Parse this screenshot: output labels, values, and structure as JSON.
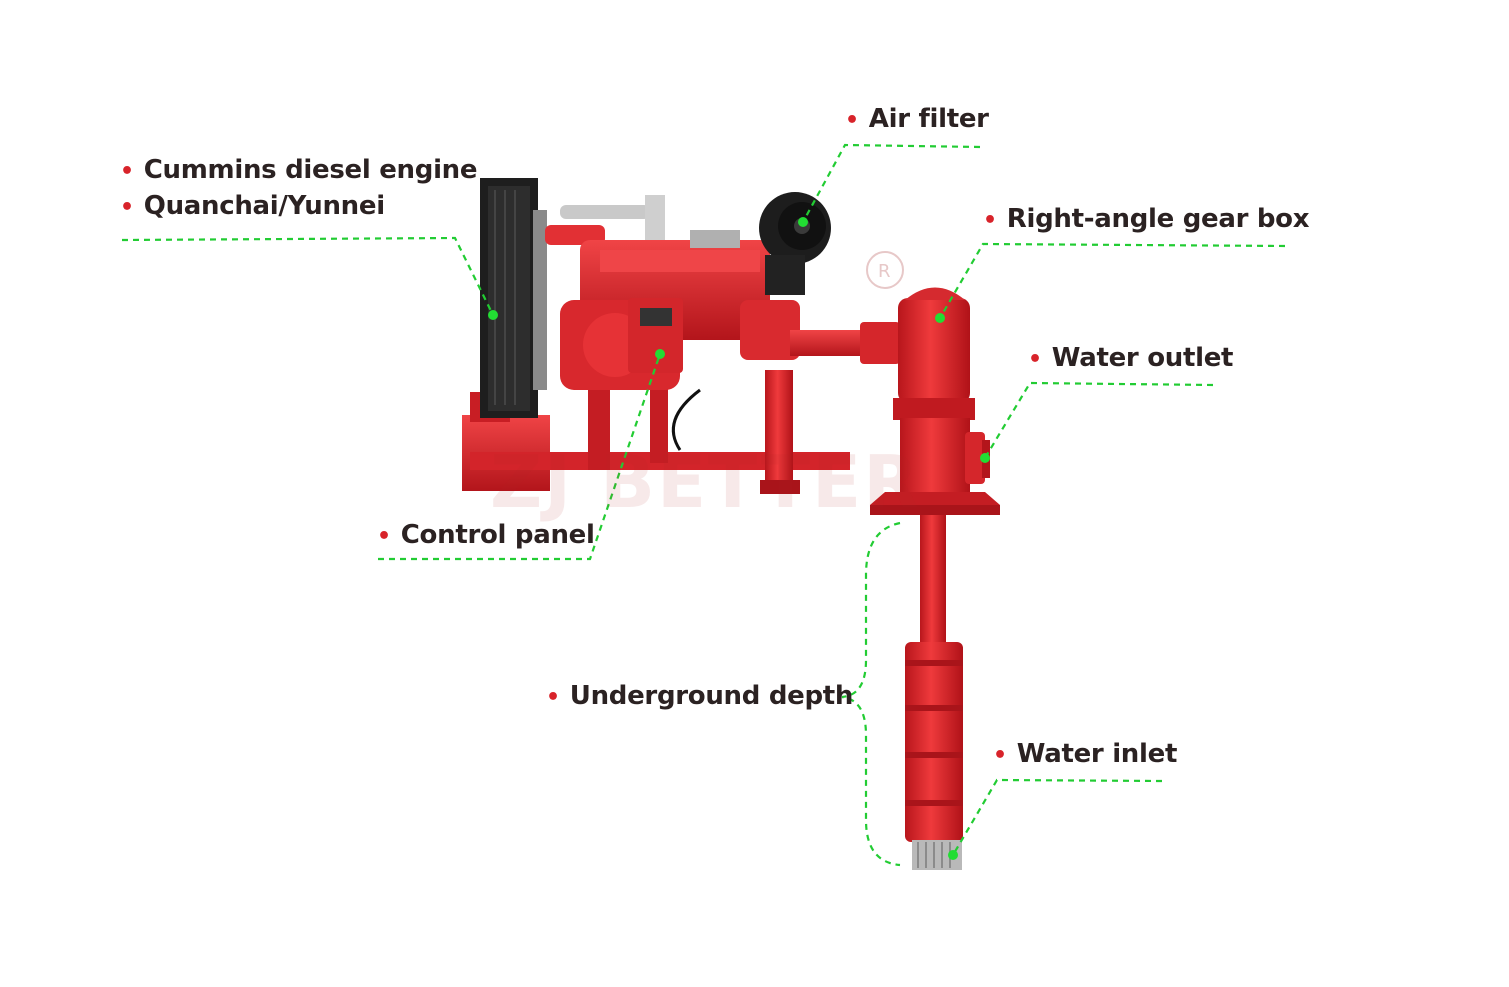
{
  "labels": {
    "engine_line1": "Cummins diesel engine",
    "engine_line2": "Quanchai/Yunnei",
    "air_filter": "Air filter",
    "gear_box": "Right-angle gear box",
    "water_outlet": "Water outlet",
    "control_panel": "Control panel",
    "underground_depth": "Underground depth",
    "water_inlet": "Water inlet"
  },
  "watermark": "ZJ BETTER",
  "colors": {
    "bullet": "#d8232a",
    "leader_line": "#22cc33",
    "machine_red": "#e0262b",
    "machine_dark_red": "#a9141a",
    "radiator": "#1e1e1e",
    "text": "#2b2222"
  }
}
